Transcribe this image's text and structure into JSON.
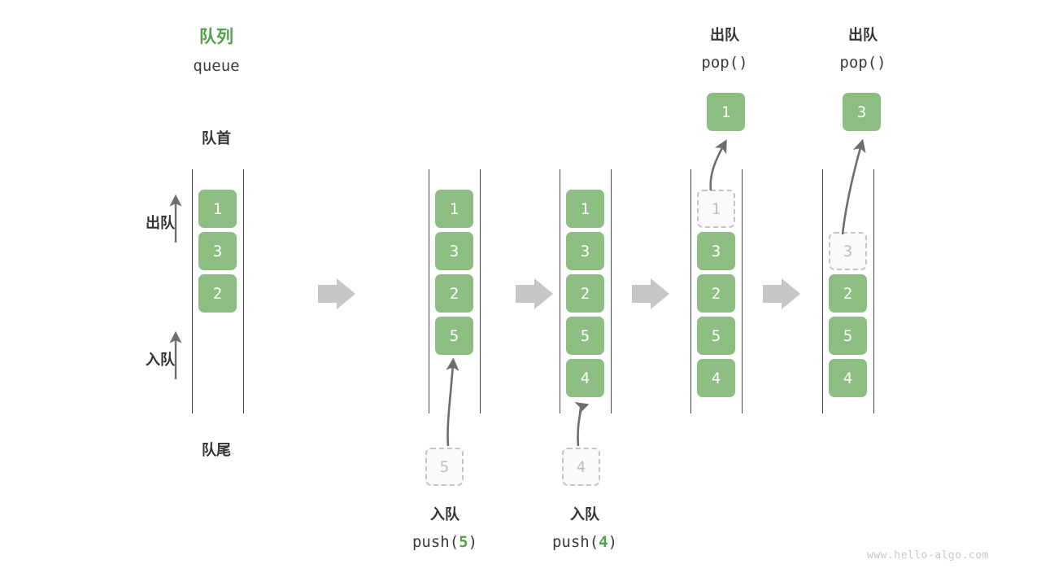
{
  "title": {
    "cn": "队列",
    "en": "queue"
  },
  "ends": {
    "front": "队首",
    "rear": "队尾"
  },
  "side_ops": {
    "dequeue": "出队",
    "enqueue": "入队"
  },
  "watermark": "www.hello-algo.com",
  "colors": {
    "cell_fill": "#8cbd81",
    "cell_text": "#ffffff",
    "title_green": "#51a24a",
    "ghost_border": "#c4c4c4",
    "ghost_text": "#bdbdbd",
    "rail": "#4a4a4a",
    "flow_arrow": "#c6c6c6",
    "thin_arrow": "#6e6e6e",
    "watermark": "#c9c9c9"
  },
  "steps": [
    {
      "id": "initial",
      "cells": [
        "1",
        "3",
        "2"
      ],
      "ghost_slot": null,
      "ghost_value": null
    },
    {
      "id": "push-5",
      "cells": [
        "1",
        "3",
        "2",
        "5"
      ],
      "ghost_slot": null,
      "ghost_value": null,
      "op_cn": "入队",
      "op_code_prefix": "push(",
      "op_code_num": "5",
      "op_code_suffix": ")",
      "incoming_value": "5"
    },
    {
      "id": "push-4",
      "cells": [
        "1",
        "3",
        "2",
        "5",
        "4"
      ],
      "ghost_slot": null,
      "ghost_value": null,
      "op_cn": "入队",
      "op_code_prefix": "push(",
      "op_code_num": "4",
      "op_code_suffix": ")",
      "incoming_value": "4"
    },
    {
      "id": "pop-1",
      "cells": [
        null,
        "3",
        "2",
        "5",
        "4"
      ],
      "ghost_slot": 0,
      "ghost_value": "1",
      "op_cn": "出队",
      "op_code_prefix": "pop(",
      "op_code_num": "",
      "op_code_suffix": ")",
      "result_value": "1"
    },
    {
      "id": "pop-3",
      "cells": [
        null,
        null,
        "2",
        "5",
        "4"
      ],
      "ghost_slot": 1,
      "ghost_value": "3",
      "op_cn": "出队",
      "op_code_prefix": "pop(",
      "op_code_num": "",
      "op_code_suffix": ")",
      "result_value": "3"
    }
  ]
}
